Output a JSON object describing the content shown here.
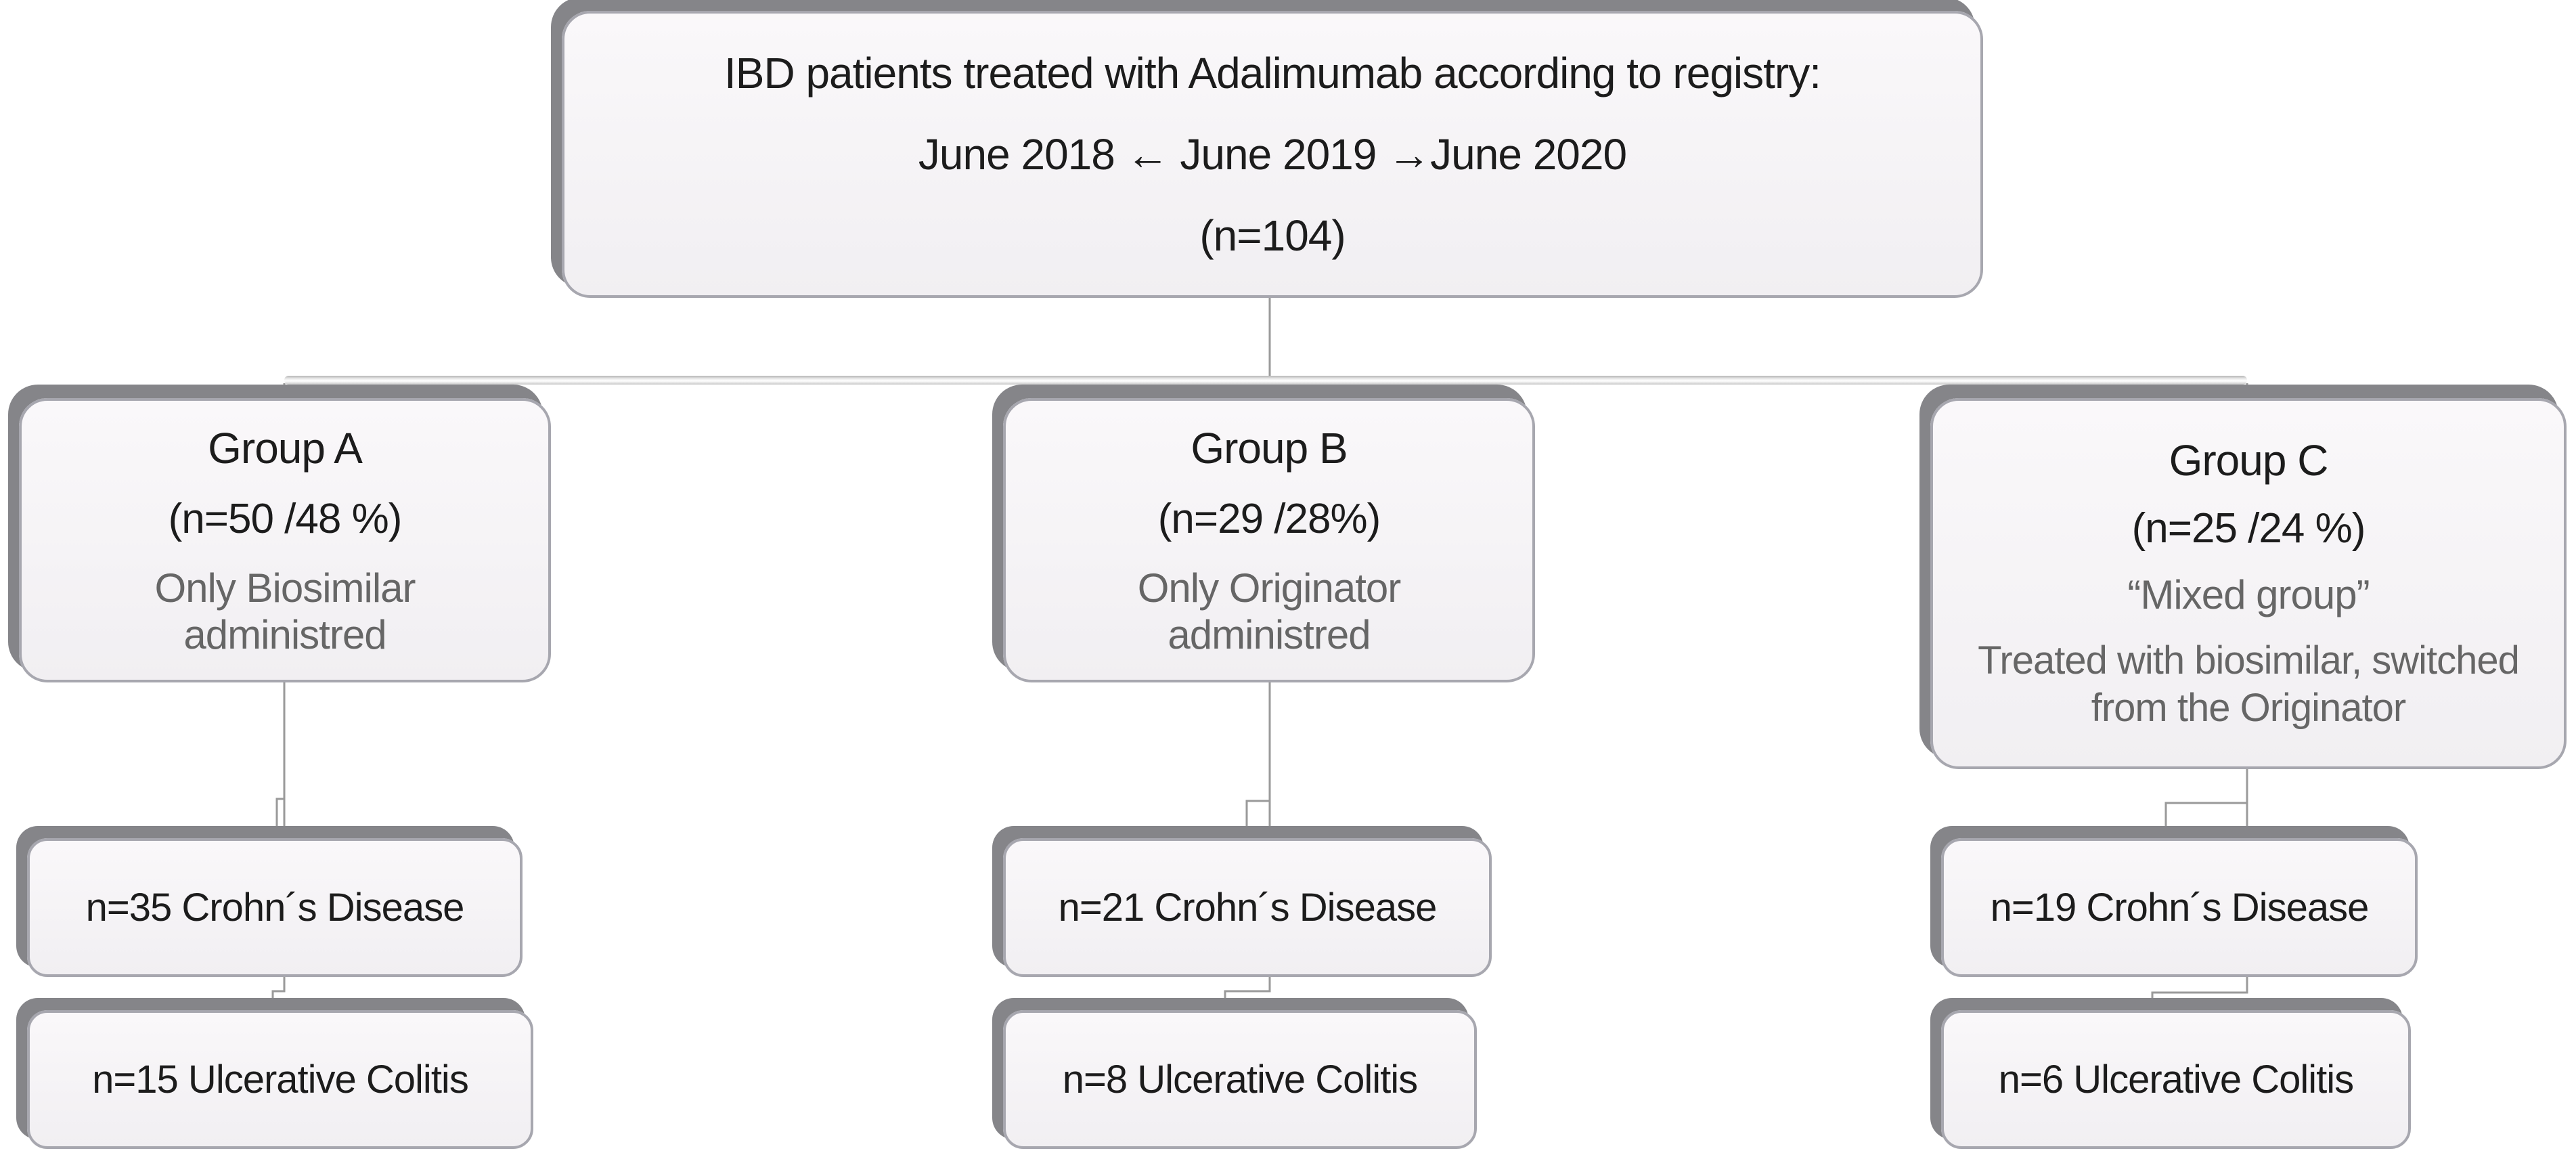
{
  "figure": {
    "root": {
      "line1": "IBD patients treated with Adalimumab according to registry:",
      "line2": "June 2018 ← June 2019 →June 2020",
      "line3": "(n=104)"
    },
    "groups": [
      {
        "title": "Group A",
        "count": "(n=50 /48 %)",
        "description": "Only Biosimilar administred",
        "crohns": "n=35 Crohn´s Disease",
        "ulcerative": "n=15 Ulcerative Colitis"
      },
      {
        "title": "Group B",
        "count": "(n=29 /28%)",
        "description": "Only Originator administred",
        "crohns": "n=21 Crohn´s Disease",
        "ulcerative": "n=8 Ulcerative Colitis"
      },
      {
        "title": "Group C",
        "count": "(n=25 /24 %)",
        "description": "“Mixed group”",
        "description2": "Treated with biosimilar, switched from the Originator",
        "crohns": "n=19 Crohn´s Disease",
        "ulcerative": "n=6 Ulcerative Colitis"
      }
    ],
    "colors": {
      "box_fill": "#f3f1f3",
      "box_border": "#a7a7af",
      "box_shadow": "#858589",
      "connector": "#9a9a9a",
      "primary_text": "#1c1c1c",
      "secondary_text": "#666666"
    }
  }
}
